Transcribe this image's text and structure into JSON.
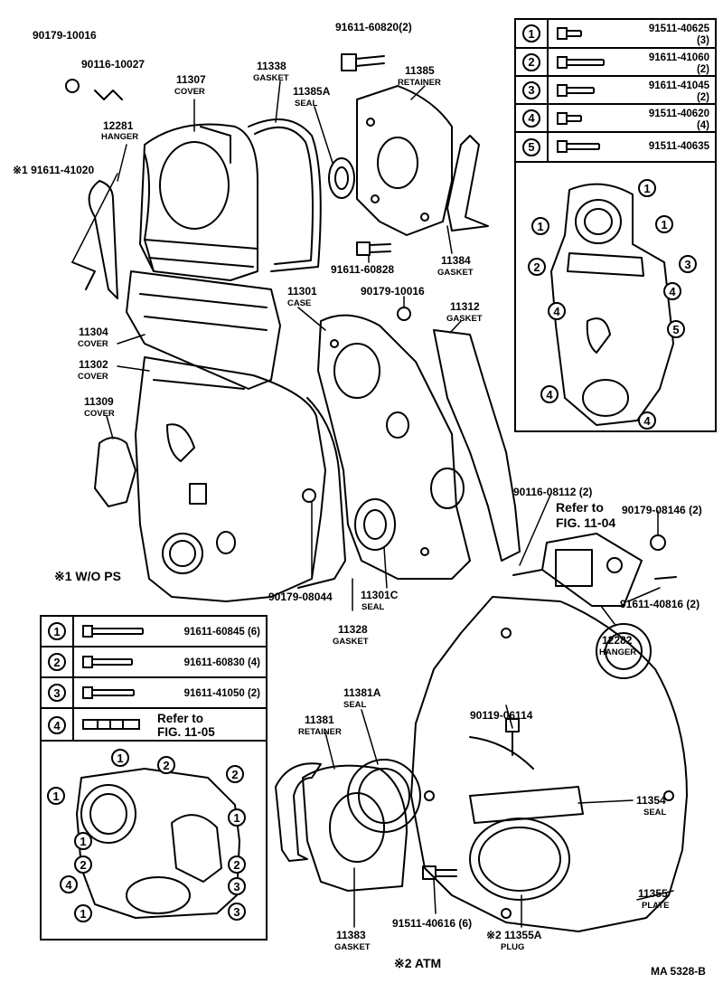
{
  "labels": {
    "p90179_10016_a": "90179-10016",
    "p90116_10027": "90116-10027",
    "p11307": "11307",
    "n_cover_11307": "COVER",
    "p11338": "11338",
    "n_gasket_11338": "GASKET",
    "p91611_60820": "91611-60820(2)",
    "p11385a": "11385A",
    "n_seal_11385a": "SEAL",
    "p11385": "11385",
    "n_retainer_11385": "RETAINER",
    "p12281": "12281",
    "n_hanger_12281": "HANGER",
    "p91611_41020": "※1 91611-41020",
    "p11384": "11384",
    "n_gasket_11384": "GASKET",
    "p91611_60828": "91611-60828",
    "p11301": "11301",
    "n_case_11301": "CASE",
    "p90179_10016_b": "90179-10016",
    "p11312": "11312",
    "n_gasket_11312": "GASKET",
    "p11304": "11304",
    "n_cover_11304": "COVER",
    "p11302": "11302",
    "n_cover_11302": "COVER",
    "p11309": "11309",
    "n_cover_11309": "COVER",
    "p90116_08112": "90116-08112 (2)",
    "refer_1104_a": "Refer to",
    "refer_1104_b": "FIG. 11-04",
    "p90179_08146": "90179-08146 (2)",
    "wo_ps": "※1  W/O PS",
    "p90179_08044": "90179-08044",
    "p11301c": "11301C",
    "n_seal_11301c": "SEAL",
    "p91611_40816": "91611-40816 (2)",
    "p11328": "11328",
    "n_gasket_11328": "GASKET",
    "p12282": "12282",
    "n_hanger_12282": "HANGER",
    "p11381a": "11381A",
    "n_seal_11381a": "SEAL",
    "p90119_06114": "90119-06114",
    "p11381": "11381",
    "n_retainer_11381": "RETAINER",
    "p11354": "11354",
    "n_seal_11354": "SEAL",
    "p11355": "11355",
    "n_plate_11355": "PLATE",
    "p91511_40616": "91511-40616 (6)",
    "p11355a": "※2 11355A",
    "n_plug_11355a": "PLUG",
    "p11383": "11383",
    "n_gasket_11383": "GASKET",
    "atm": "※2  ATM",
    "code": "MA  5328-B"
  },
  "table_top": [
    {
      "num": "1",
      "part": "91511-40625",
      "qty": "(3)"
    },
    {
      "num": "2",
      "part": "91611-41060",
      "qty": "(2)"
    },
    {
      "num": "3",
      "part": "91611-41045",
      "qty": "(2)"
    },
    {
      "num": "4",
      "part": "91511-40620",
      "qty": "(4)"
    },
    {
      "num": "5",
      "part": "91511-40635",
      "qty": ""
    }
  ],
  "table_bottom": [
    {
      "num": "1",
      "part": "91611-60845 (6)"
    },
    {
      "num": "2",
      "part": "91611-60830 (4)"
    },
    {
      "num": "3",
      "part": "91611-41050 (2)"
    },
    {
      "num": "4",
      "part": "Refer to",
      "part2": "FIG. 11-05"
    }
  ],
  "callouts_top": [
    "1",
    "1",
    "1",
    "2",
    "3",
    "4",
    "4",
    "5",
    "4",
    "4"
  ],
  "callouts_bottom": [
    "1",
    "2",
    "2",
    "1",
    "1",
    "1",
    "2",
    "2",
    "4",
    "3",
    "1",
    "3"
  ],
  "colors": {
    "ink": "#000000",
    "paper": "#ffffff"
  }
}
